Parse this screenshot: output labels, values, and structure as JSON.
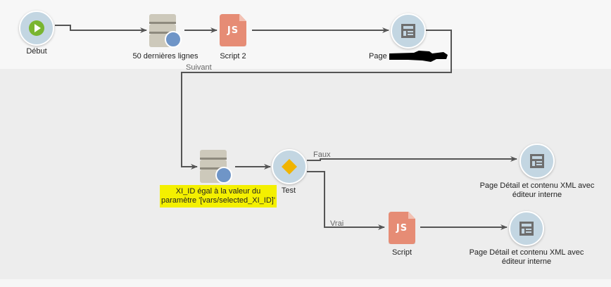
{
  "nodes": {
    "start": {
      "label": "Début",
      "type": "start"
    },
    "query1": {
      "label": "50 dernières lignes",
      "type": "query"
    },
    "script2": {
      "label": "Script 2",
      "type": "script",
      "icon_text": "JS"
    },
    "page1": {
      "label_prefix": "Page",
      "type": "page",
      "label_redacted": true
    },
    "query2": {
      "label_line1": "XI_ID égal à la valeur du",
      "label_line2": "paramètre '[vars/selected_XI_ID]'",
      "type": "query",
      "highlighted": true
    },
    "test": {
      "label": "Test",
      "type": "test"
    },
    "page_false": {
      "label_line1": "Page Détail et contenu XML avec",
      "label_line2": "éditeur interne",
      "type": "page"
    },
    "script": {
      "label": "Script",
      "type": "script",
      "icon_text": "JS"
    },
    "page_true": {
      "label_line1": "Page Détail et contenu XML avec",
      "label_line2": "éditeur interne",
      "type": "page"
    }
  },
  "edges": [
    {
      "from": "start",
      "to": "query1",
      "label": ""
    },
    {
      "from": "query1",
      "to": "script2",
      "label": ""
    },
    {
      "from": "script2",
      "to": "page1",
      "label": ""
    },
    {
      "from": "page1",
      "to": "query2",
      "label": "Suivant"
    },
    {
      "from": "query2",
      "to": "test",
      "label": ""
    },
    {
      "from": "test",
      "to": "page_false",
      "label": "Faux"
    },
    {
      "from": "test",
      "to": "script",
      "label": "Vrai"
    },
    {
      "from": "script",
      "to": "page_true",
      "label": ""
    }
  ],
  "edge_labels": {
    "suivant": "Suivant",
    "faux": "Faux",
    "vrai": "Vrai"
  },
  "colors": {
    "start_green": "#79b530",
    "node_circle": "#c3d6e2",
    "script_salmon": "#e68c75",
    "query_blue": "#6f95c7",
    "test_diamond": "#f0b400",
    "highlight_yellow": "#f4f000",
    "link": "#555555"
  }
}
